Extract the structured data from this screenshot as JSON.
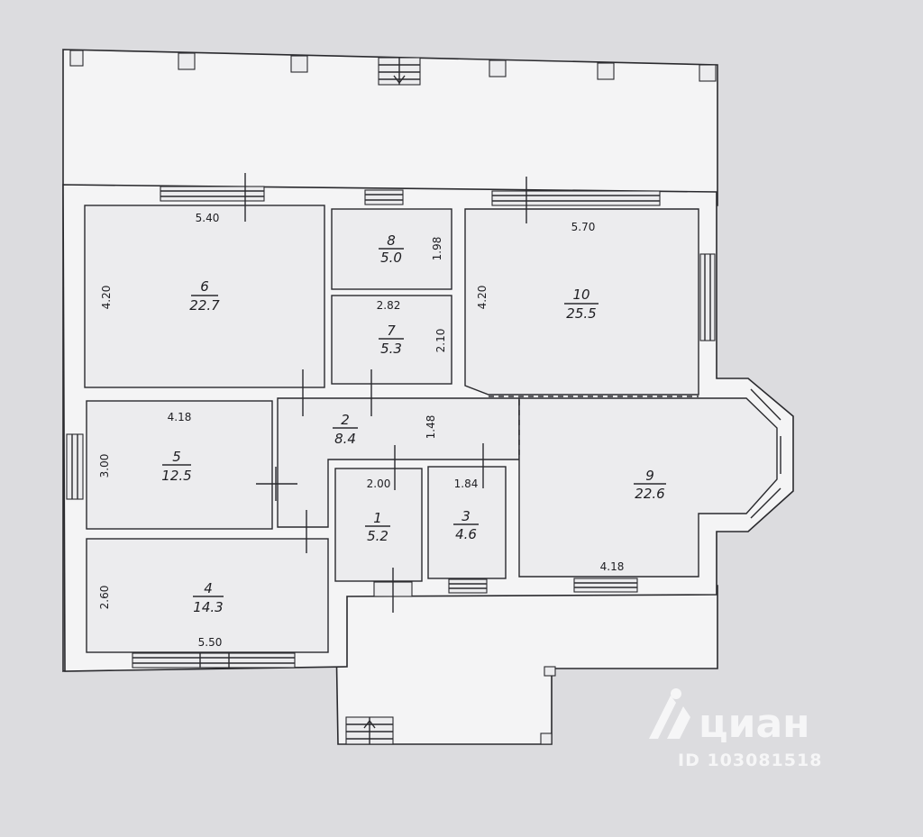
{
  "rooms": [
    {
      "num": "1",
      "area": "5.2"
    },
    {
      "num": "2",
      "area": "8.4"
    },
    {
      "num": "3",
      "area": "4.6"
    },
    {
      "num": "4",
      "area": "14.3"
    },
    {
      "num": "5",
      "area": "12.5"
    },
    {
      "num": "6",
      "area": "22.7"
    },
    {
      "num": "7",
      "area": "5.3"
    },
    {
      "num": "8",
      "area": "5.0"
    },
    {
      "num": "9",
      "area": "22.6"
    },
    {
      "num": "10",
      "area": "25.5"
    }
  ],
  "dimensions": {
    "d_540": "5.40",
    "d_420a": "4.20",
    "d_198": "1.98",
    "d_282": "2.82",
    "d_210": "2.10",
    "d_570": "5.70",
    "d_420b": "4.20",
    "d_418a": "4.18",
    "d_300": "3.00",
    "d_148": "1.48",
    "d_200": "2.00",
    "d_184": "1.84",
    "d_260": "2.60",
    "d_550": "5.50",
    "d_418b": "4.18"
  },
  "watermark": {
    "brand": "циан",
    "id": "ID 103081518"
  }
}
